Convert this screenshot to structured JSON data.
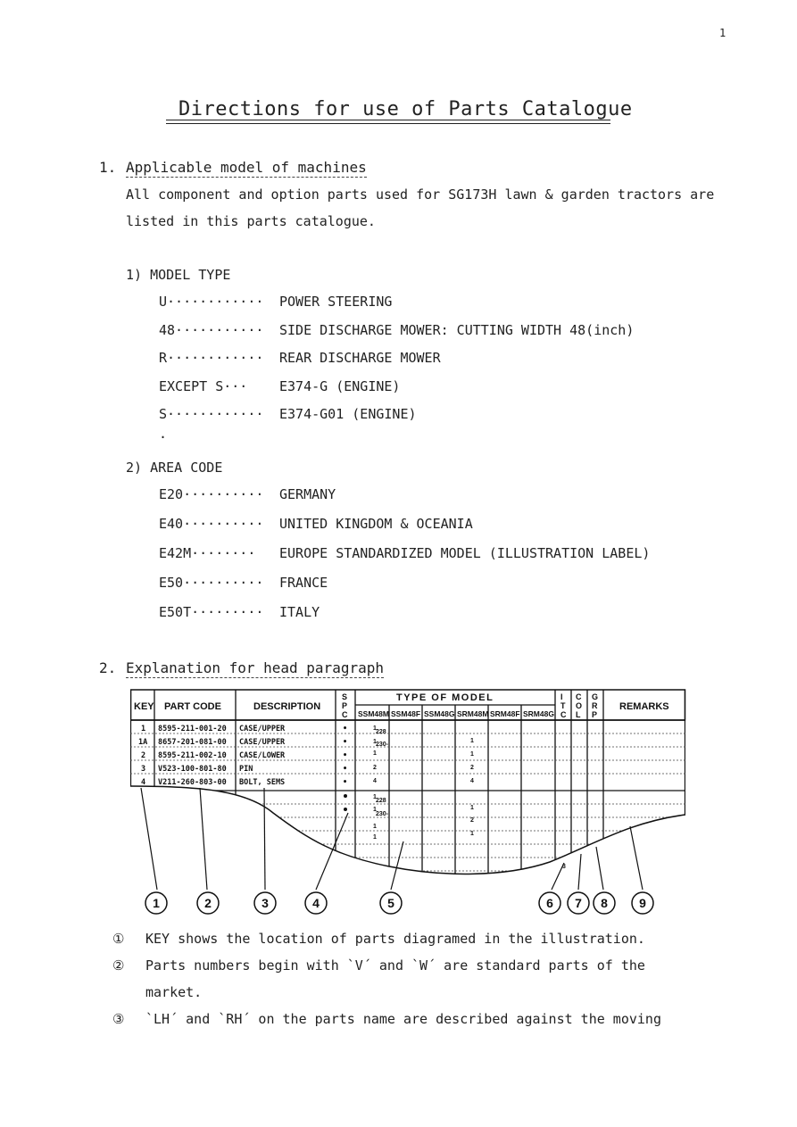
{
  "page_number": "1",
  "title": "Directions for use of Parts Catalogue",
  "section1": {
    "number": "1.",
    "heading": "Applicable model of machines",
    "body_line1": "All component and option parts used for SG173H lawn & garden tractors are",
    "body_line2": "listed in this parts catalogue.",
    "model_type": {
      "label": "1)  MODEL TYPE",
      "rows": [
        {
          "code": "U············",
          "desc": "POWER STEERING"
        },
        {
          "code": "48···········",
          "desc": "SIDE DISCHARGE MOWER: CUTTING WIDTH 48(inch)"
        },
        {
          "code": "R············",
          "desc": "REAR DISCHARGE MOWER"
        },
        {
          "code": "EXCEPT S···",
          "desc": "E374-G (ENGINE)"
        },
        {
          "code": "S············",
          "desc": "E374-G01 (ENGINE)"
        }
      ],
      "trailing_dot": "·"
    },
    "area_code": {
      "label": "2)  AREA CODE",
      "rows": [
        {
          "code": "E20··········",
          "desc": "GERMANY"
        },
        {
          "code": "E40··········",
          "desc": "UNITED KINGDOM & OCEANIA"
        },
        {
          "code": "E42M········",
          "desc": "EUROPE STANDARDIZED MODEL (ILLUSTRATION LABEL)"
        },
        {
          "code": "E50··········",
          "desc": "FRANCE"
        },
        {
          "code": "E50T·········",
          "desc": "ITALY"
        }
      ]
    }
  },
  "section2": {
    "number": "2.",
    "heading": "Explanation for head paragraph",
    "table": {
      "h_key": "KEY",
      "h_part": "PART  CODE",
      "h_desc": "DESCRIPTION",
      "h_spc": [
        "S",
        "P",
        "C"
      ],
      "h_type": "TYPE  OF  MODEL",
      "models": [
        "SSM48M",
        "SSM48F",
        "SSM48G",
        "SRM48M",
        "SRM48F",
        "SRM48G"
      ],
      "h_itc": [
        "I",
        "T",
        "C"
      ],
      "h_col": [
        "C",
        "O",
        "L"
      ],
      "h_grp": [
        "G",
        "R",
        "P"
      ],
      "h_remarks": "REMARKS",
      "rows": [
        {
          "key": "1",
          "part": "8595-211-001-20",
          "desc": "CASE/UPPER",
          "spc": "•"
        },
        {
          "key": "1A",
          "part": "8657-201-081-00",
          "desc": "CASE/UPPER",
          "spc": "•"
        },
        {
          "key": "2",
          "part": "8595-211-002-10",
          "desc": "CASE/LOWER",
          "spc": "•"
        },
        {
          "key": "3",
          "part": "V523-100-801-80",
          "desc": "PIN",
          "spc": "•"
        },
        {
          "key": "4",
          "part": "V211-260-803-00",
          "desc": "BOLT, SEMS",
          "spc": "•"
        }
      ],
      "itc_mark": "3"
    },
    "callouts": [
      "1",
      "2",
      "3",
      "4",
      "5",
      "6",
      "7",
      "8",
      "9"
    ],
    "notes": [
      {
        "mark": "①",
        "text": "KEY shows the location of parts diagramed in the illustration."
      },
      {
        "mark": "②",
        "text": "Parts numbers begin with `V´ and `W´ are standard parts of the"
      },
      {
        "mark": "",
        "text": "market."
      },
      {
        "mark": "③",
        "text": "`LH´ and `RH´ on the parts name are described against the moving"
      }
    ]
  }
}
